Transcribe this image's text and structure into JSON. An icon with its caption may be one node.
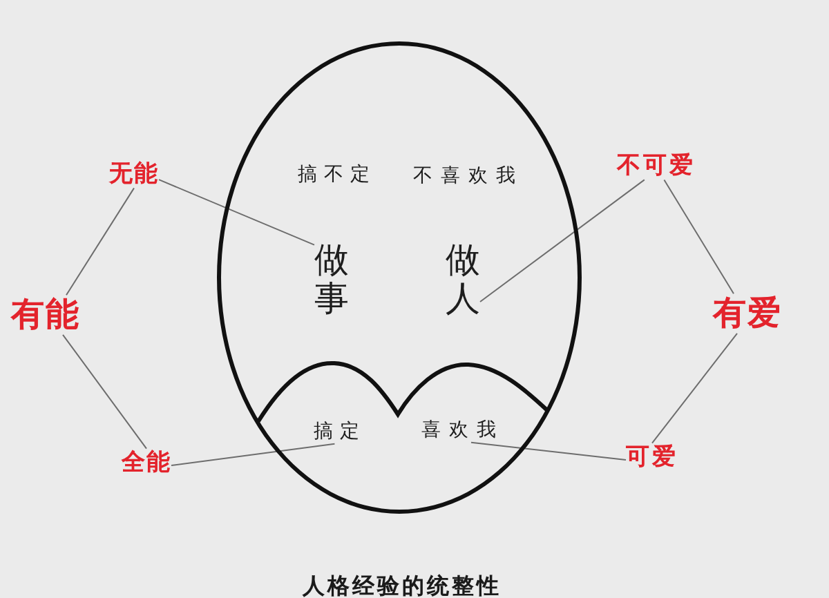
{
  "diagram": {
    "caption": "人格经验的统整性",
    "nodes": [
      {
        "text": [],
        "shape": "ellipse"
      },
      {
        "text": [
          "无能"
        ]
      },
      {
        "text": [
          "搞不定"
        ],
        "in": 0
      },
      {
        "text": [
          "不喜欢我"
        ],
        "in": 0
      },
      {
        "text": [
          "不可爱"
        ]
      },
      {
        "text": [
          "有能"
        ]
      },
      {
        "text": [
          "做事"
        ],
        "in": 0
      },
      {
        "text": [
          "做人"
        ],
        "in": 0
      },
      {
        "text": [
          "有爱"
        ]
      },
      {
        "text": [
          "全能"
        ]
      },
      {
        "text": [
          "搞定"
        ],
        "in": 0
      },
      {
        "text": [
          "喜欢我"
        ],
        "in": 0
      },
      {
        "text": [
          "可爱"
        ]
      }
    ],
    "edges": [
      {
        "from": 5,
        "to": 1,
        "arrow": "none"
      },
      {
        "from": 5,
        "to": 9,
        "arrow": "none"
      },
      {
        "from": 8,
        "to": 4,
        "arrow": "none"
      },
      {
        "from": 8,
        "to": 12,
        "arrow": "none"
      },
      {
        "from": 1,
        "to": 6,
        "arrow": "none"
      },
      {
        "from": 4,
        "to": 7,
        "arrow": "none"
      },
      {
        "from": 9,
        "to": 10,
        "arrow": "none"
      },
      {
        "from": 12,
        "to": 11,
        "arrow": "none"
      }
    ]
  }
}
